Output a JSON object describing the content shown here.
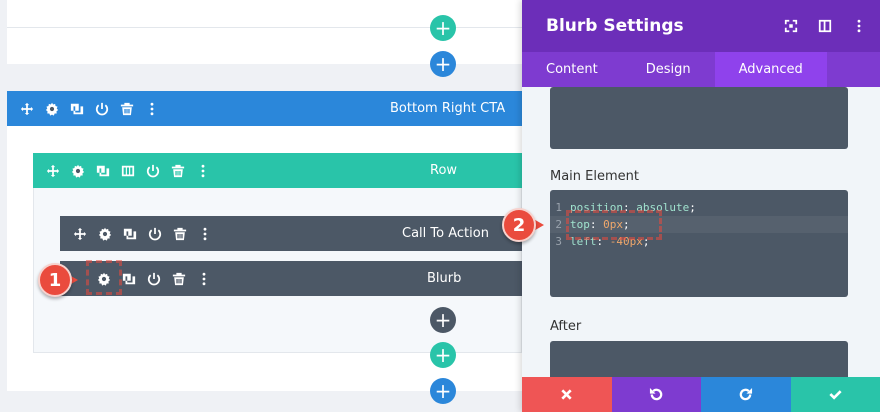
{
  "sections": {
    "bottom_right_cta": {
      "title": "Bottom Right CTA"
    }
  },
  "rows": {
    "row": {
      "title": "Row"
    }
  },
  "modules": {
    "call_to_action": {
      "title": "Call To Action"
    },
    "blurb": {
      "title": "Blurb"
    }
  },
  "add_symbol": "+",
  "colors": {
    "section_bar": "#2b87da",
    "row_bar": "#29c4a9",
    "module_bar": "#4c5866",
    "panel_header": "#6c2eb9",
    "panel_tabs": "#7e3bd0",
    "tab_active": "#8f42ec",
    "callout": "#ea4b3d",
    "footer_cancel": "#ef5555",
    "footer_undo": "#7e3bd0",
    "footer_redo": "#2b87da",
    "footer_save": "#29c4a9"
  },
  "panel": {
    "title": "Blurb Settings",
    "tabs": [
      {
        "label": "Content"
      },
      {
        "label": "Design"
      },
      {
        "label": "Advanced",
        "active": true
      }
    ],
    "main_element_label": "Main Element",
    "after_label": "After",
    "code": {
      "line_numbers": [
        "1",
        "2",
        "3"
      ],
      "lines": [
        {
          "prop": "position",
          "value": "absolute"
        },
        {
          "prop": "top",
          "value": "0px"
        },
        {
          "prop": "left",
          "value": "-40px"
        }
      ],
      "colon": ":",
      "semicolon": ";"
    }
  },
  "callouts": [
    {
      "number": "1"
    },
    {
      "number": "2"
    }
  ],
  "icons": {
    "move": "move-icon",
    "settings": "gear-icon",
    "duplicate": "duplicate-icon",
    "columns": "columns-icon",
    "toggle": "power-icon",
    "delete": "trash-icon",
    "more": "more-icon",
    "cancel": "close-icon",
    "undo": "undo-icon",
    "redo": "redo-icon",
    "save": "check-icon"
  }
}
